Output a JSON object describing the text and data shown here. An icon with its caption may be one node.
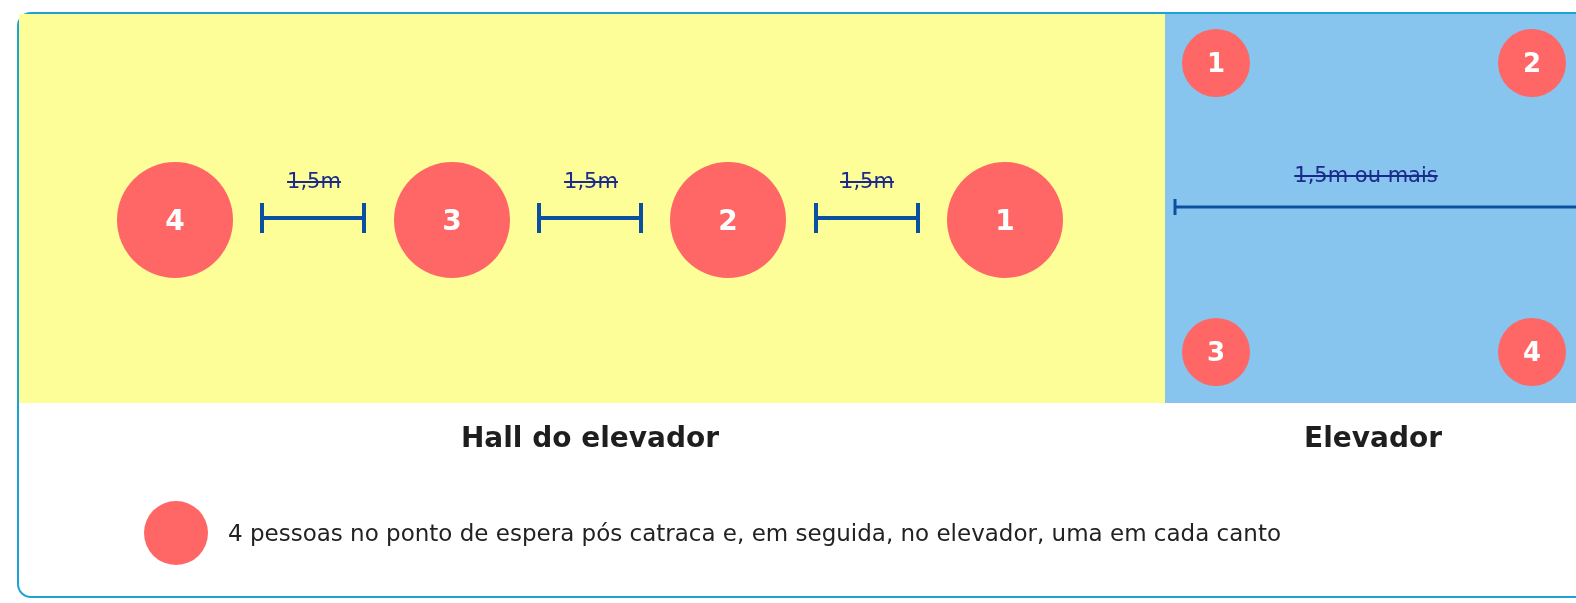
{
  "diagram": {
    "nodes": [
      {
        "text": [
          "Hall do elevador"
        ]
      },
      {
        "text": [
          "4"
        ],
        "in": 0
      },
      {
        "text": [
          "3"
        ],
        "in": 0
      },
      {
        "text": [
          "2"
        ],
        "in": 0
      },
      {
        "text": [
          "1"
        ],
        "in": 0
      },
      {
        "text": [
          "Elevador"
        ]
      },
      {
        "text": [
          "1"
        ],
        "in": 5
      },
      {
        "text": [
          "2"
        ],
        "in": 5
      },
      {
        "text": [
          "3"
        ],
        "in": 5
      },
      {
        "text": [
          "4"
        ],
        "in": 5
      }
    ],
    "labels": [
      "1,5m",
      "1,5m",
      "1,5m",
      "1,5m ou mais"
    ],
    "legend": [
      {
        "text": "4 pessoas no ponto de espera pós catraca e, em seguida, no elevador, uma em cada canto",
        "color": "#ff6666"
      }
    ]
  }
}
